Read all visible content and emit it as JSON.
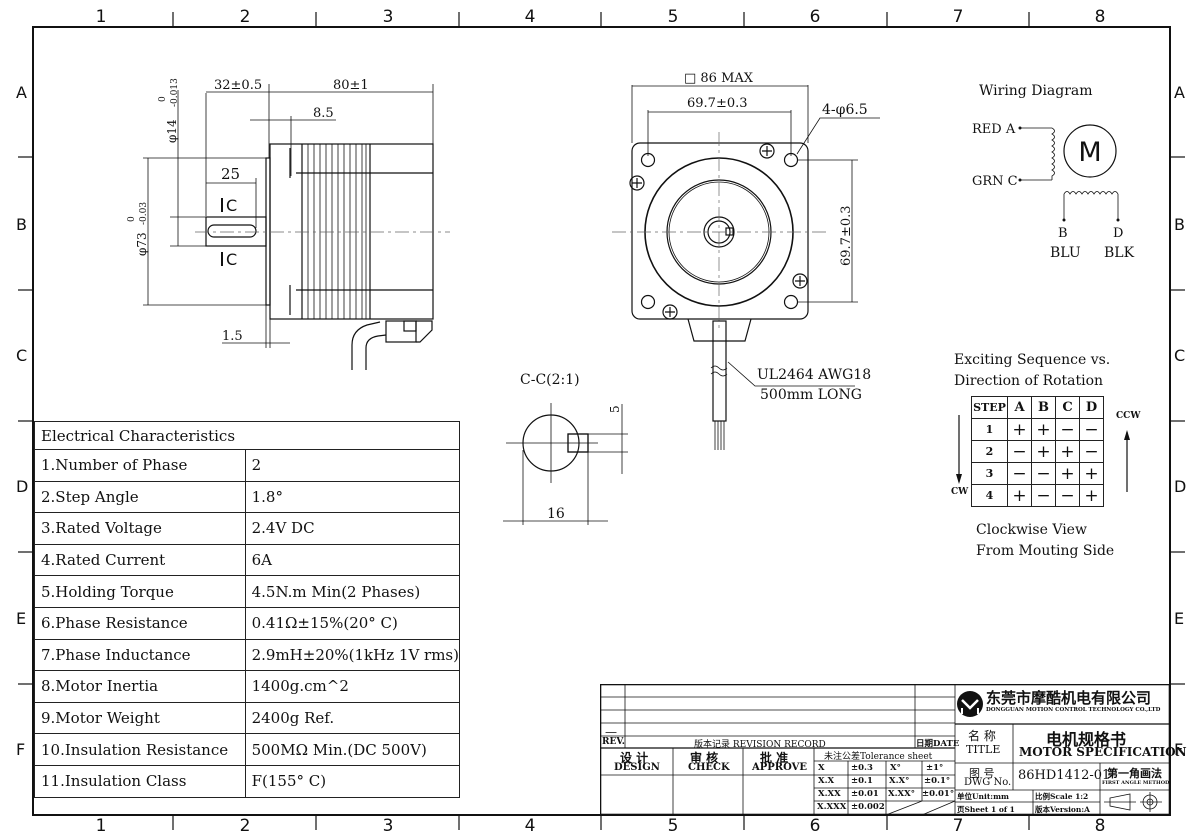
{
  "frame": {
    "col_labels": [
      "1",
      "2",
      "3",
      "4",
      "5",
      "6",
      "7",
      "8"
    ],
    "row_labels": [
      "A",
      "B",
      "C",
      "D",
      "E",
      "F"
    ]
  },
  "side_view": {
    "dims": {
      "shaft_length": "32±0.5",
      "body_length": "80±1",
      "flange_offset": "8.5",
      "key_length": "25",
      "shaft_dia_main": "φ14",
      "shaft_dia_tol_upper": "0",
      "shaft_dia_tol_lower": "-0.013",
      "pilot_dia_main": "φ73",
      "pilot_dia_tol_upper": "0",
      "pilot_dia_tol_lower": "-0.03",
      "pilot_thickness": "1.5",
      "section_mark": "C"
    }
  },
  "front_view": {
    "dims": {
      "overall": "□ 86 MAX",
      "hole_spacing_h": "69.7±0.3",
      "hole_spacing_v": "69.7±0.3",
      "holes": "4-φ6.5"
    },
    "cable": {
      "spec": "UL2464 AWG18",
      "length": "500mm LONG"
    }
  },
  "section_view": {
    "title": "C-C(2:1)",
    "width": "16",
    "key_depth": "5"
  },
  "wiring": {
    "title": "Wiring Diagram",
    "motor_symbol": "M",
    "leads": [
      {
        "label": "RED A"
      },
      {
        "label": "GRN C"
      },
      {
        "letter": "B",
        "color": "BLU"
      },
      {
        "letter": "D",
        "color": "BLK"
      }
    ]
  },
  "sequence": {
    "title_line1": "Exciting Sequence vs.",
    "title_line2": "Direction of Rotation",
    "headers": [
      "STEP",
      "A",
      "B",
      "C",
      "D"
    ],
    "rows": [
      [
        "1",
        "+",
        "+",
        "−",
        "−"
      ],
      [
        "2",
        "−",
        "+",
        "+",
        "−"
      ],
      [
        "3",
        "−",
        "−",
        "+",
        "+"
      ],
      [
        "4",
        "+",
        "−",
        "−",
        "+"
      ]
    ],
    "ccw_label": "CCW",
    "cw_label": "CW",
    "note_line1": "Clockwise View",
    "note_line2": "From Mouting Side"
  },
  "electrical": {
    "title": "Electrical Characteristics",
    "rows": [
      {
        "label": "1.Number of Phase",
        "value": "2"
      },
      {
        "label": "2.Step Angle",
        "value": "1.8°"
      },
      {
        "label": "3.Rated Voltage",
        "value": "2.4V DC"
      },
      {
        "label": "4.Rated Current",
        "value": "6A"
      },
      {
        "label": "5.Holding Torque",
        "value": "4.5N.m Min(2 Phases)"
      },
      {
        "label": "6.Phase Resistance",
        "value": "0.41Ω±15%(20° C)"
      },
      {
        "label": "7.Phase Inductance",
        "value": "2.9mH±20%(1kHz 1V rms)"
      },
      {
        "label": "8.Motor Inertia",
        "value": "1400g.cm^2"
      },
      {
        "label": "9.Motor Weight",
        "value": "2400g Ref."
      },
      {
        "label": "10.Insulation Resistance",
        "value": "500MΩ Min.(DC 500V)"
      },
      {
        "label": "11.Insulation Class",
        "value": "F(155° C)"
      }
    ]
  },
  "title_block": {
    "rev_dash": "—",
    "rev_label": "REV.",
    "revision_record": "版本记录 REVISION RECORD",
    "date_label": "日期DATE",
    "design_cn": "设 计",
    "design_en": "DESIGN",
    "check_cn": "审 核",
    "check_en": "CHECK",
    "approve_cn": "批 准",
    "approve_en": "APPROVE",
    "tolerance_title": "未注公差Tolerance sheet",
    "tolerances": [
      [
        "X",
        "±0.3",
        "X°",
        "±1°"
      ],
      [
        "X.X",
        "±0.1",
        "X.X°",
        "±0.1°"
      ],
      [
        "X.XX",
        "±0.01",
        "X.XX°",
        "±0.01°"
      ],
      [
        "X.XXX",
        "±0.002",
        "",
        ""
      ]
    ],
    "company_cn": "东莞市摩酷机电有限公司",
    "company_en": "DONGGUAN MOTION CONTROL TECHNOLOGY CO.,LTD",
    "title_label_cn": "名 称",
    "title_label_en": "TITLE",
    "title_cn": "电机规格书",
    "title_en": "MOTOR SPECIFICATION",
    "dwg_label_cn": "图 号",
    "dwg_label_en": "DWG No.",
    "dwg_no": "86HD1412-01",
    "projection_cn": "第一角画法",
    "projection_en": "FIRST ANGLE METHOD",
    "unit": "单位Unit:mm",
    "scale": "比例Scale 1:2",
    "sheet": "页Sheet 1 of 1",
    "version": "版本Version:A"
  }
}
